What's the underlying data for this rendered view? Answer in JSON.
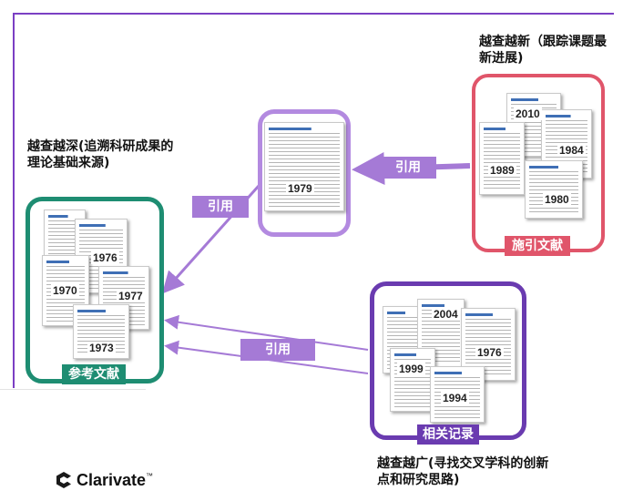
{
  "captions": {
    "deep": "越查越深(追溯科研成果的理论基础来源)",
    "new": "越查越新（跟踪课题最新进展)",
    "wide": "越查越广(寻找交叉学科的创新点和研究思路)"
  },
  "boxes": {
    "references": {
      "label": "参考文献",
      "years": [
        "1976",
        "1970",
        "1977",
        "1973"
      ]
    },
    "center": {
      "year": "1979"
    },
    "citing": {
      "label": "施引文献",
      "years": [
        "2010",
        "1984",
        "1989",
        "1980"
      ]
    },
    "related": {
      "label": "相关记录",
      "years": [
        "2004",
        "1976",
        "1999",
        "1994"
      ]
    }
  },
  "arrow_labels": {
    "a1": "引用",
    "a2": "引用",
    "a3": "引用"
  },
  "logo": {
    "text": "Clarivate",
    "tm": "™"
  },
  "colors": {
    "frame": "#7b3fc4",
    "references": "#1e8d72",
    "center": "#b38ae0",
    "citing": "#e0556a",
    "related": "#6a3bb0",
    "arrow": "#a57ad6"
  }
}
